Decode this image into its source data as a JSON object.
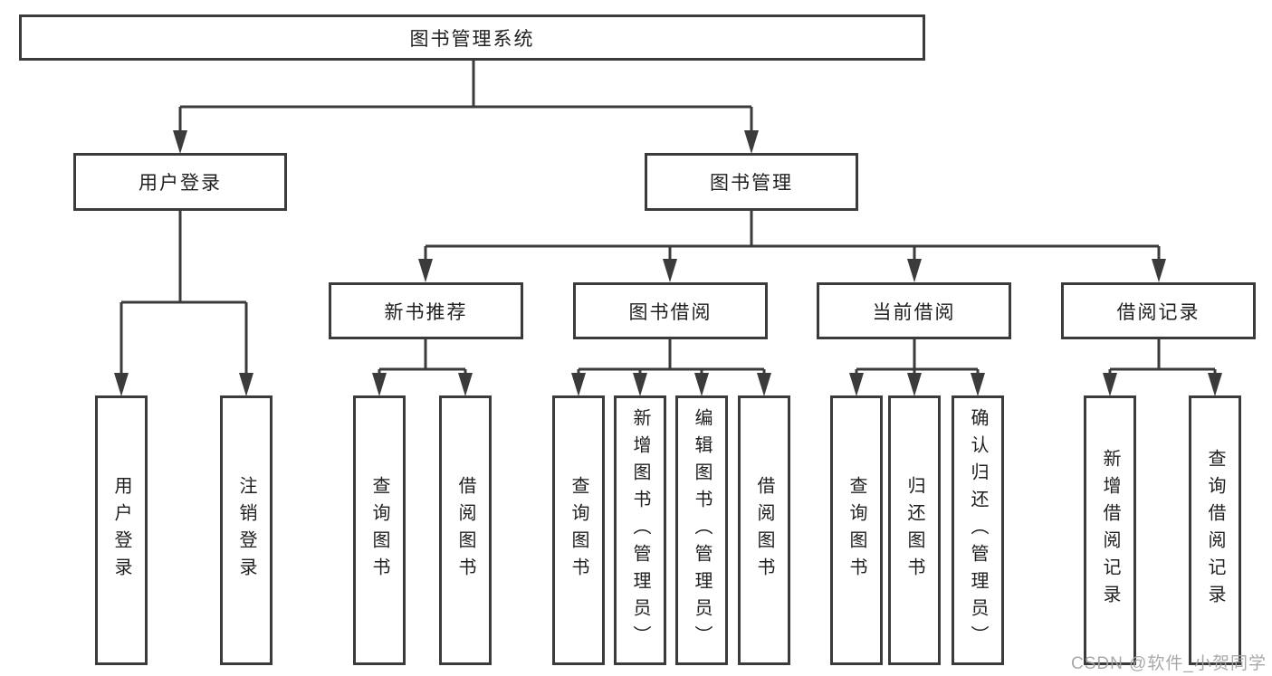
{
  "tree": {
    "root": {
      "label": "图书管理系统"
    },
    "children": [
      {
        "label": "用户登录",
        "children": [
          {
            "label": "用户登录"
          },
          {
            "label": "注销登录"
          }
        ]
      },
      {
        "label": "图书管理",
        "children": [
          {
            "label": "新书推荐",
            "children": [
              {
                "label": "查询图书"
              },
              {
                "label": "借阅图书"
              }
            ]
          },
          {
            "label": "图书借阅",
            "children": [
              {
                "label": "查询图书"
              },
              {
                "label": "新增图书（管理员）"
              },
              {
                "label": "编辑图书（管理员）"
              },
              {
                "label": "借阅图书"
              }
            ]
          },
          {
            "label": "当前借阅",
            "children": [
              {
                "label": "查询图书"
              },
              {
                "label": "归还图书"
              },
              {
                "label": "确认归还（管理员）"
              }
            ]
          },
          {
            "label": "借阅记录",
            "children": [
              {
                "label": "新增借阅记录"
              },
              {
                "label": "查询借阅记录"
              }
            ]
          }
        ]
      }
    ]
  },
  "watermark": {
    "text": "CSDN @软件_小贺同学"
  },
  "colors": {
    "line": "#3b3b3b",
    "text": "#1f1f1f",
    "background": "#ffffff",
    "watermark": "#a2a2a2"
  }
}
